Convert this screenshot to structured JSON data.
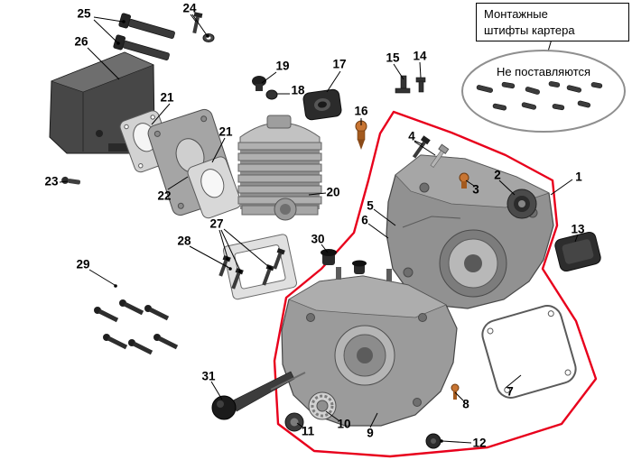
{
  "note_box": {
    "line1": "Монтажные",
    "line2": "штифты картера"
  },
  "not_supplied": {
    "text": "Не поставляются"
  },
  "colors": {
    "outline_red": "#e8001c"
  },
  "callouts": {
    "c1": "1",
    "c2": "2",
    "c3": "3",
    "c4": "4",
    "c5": "5",
    "c6": "6",
    "c7": "7",
    "c8": "8",
    "c9": "9",
    "c10": "10",
    "c11": "11",
    "c12": "12",
    "c13": "13",
    "c14": "14",
    "c15": "15",
    "c16": "16",
    "c17": "17",
    "c18": "18",
    "c19": "19",
    "c20": "20",
    "c21a": "21",
    "c21b": "21",
    "c22": "22",
    "c23": "23",
    "c24": "24",
    "c25": "25",
    "c26": "26",
    "c27": "27",
    "c28": "28",
    "c29": "29",
    "c30": "30",
    "c31": "31"
  }
}
